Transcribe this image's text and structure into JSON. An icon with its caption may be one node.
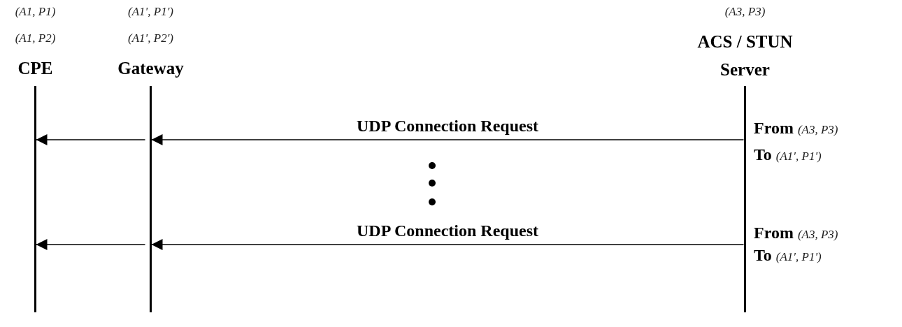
{
  "diagram": {
    "nodes": [
      {
        "text": [
          "(A1, P1)",
          "(A1, P2)",
          "CPE"
        ]
      },
      {
        "text": [
          "(A1', P1')",
          "(A1', P2')",
          "Gateway"
        ]
      },
      {
        "text": [
          "(A3, P3)",
          "ACS / STUN Server"
        ]
      }
    ],
    "edges": [
      {
        "from": 2,
        "to": 1,
        "arrow": "to",
        "label": "UDP Connection Request"
      },
      {
        "from": 1,
        "to": 0,
        "arrow": "to"
      },
      {
        "from": 2,
        "to": 1,
        "arrow": "to",
        "label": "UDP Connection Request"
      },
      {
        "from": 1,
        "to": 0,
        "arrow": "to"
      }
    ],
    "labels": [
      "**From** *(A3, P3)*",
      "**To** *(A1', P1')*",
      "**From** *(A3, P3)*",
      "**To** *(A1', P1')*"
    ]
  }
}
